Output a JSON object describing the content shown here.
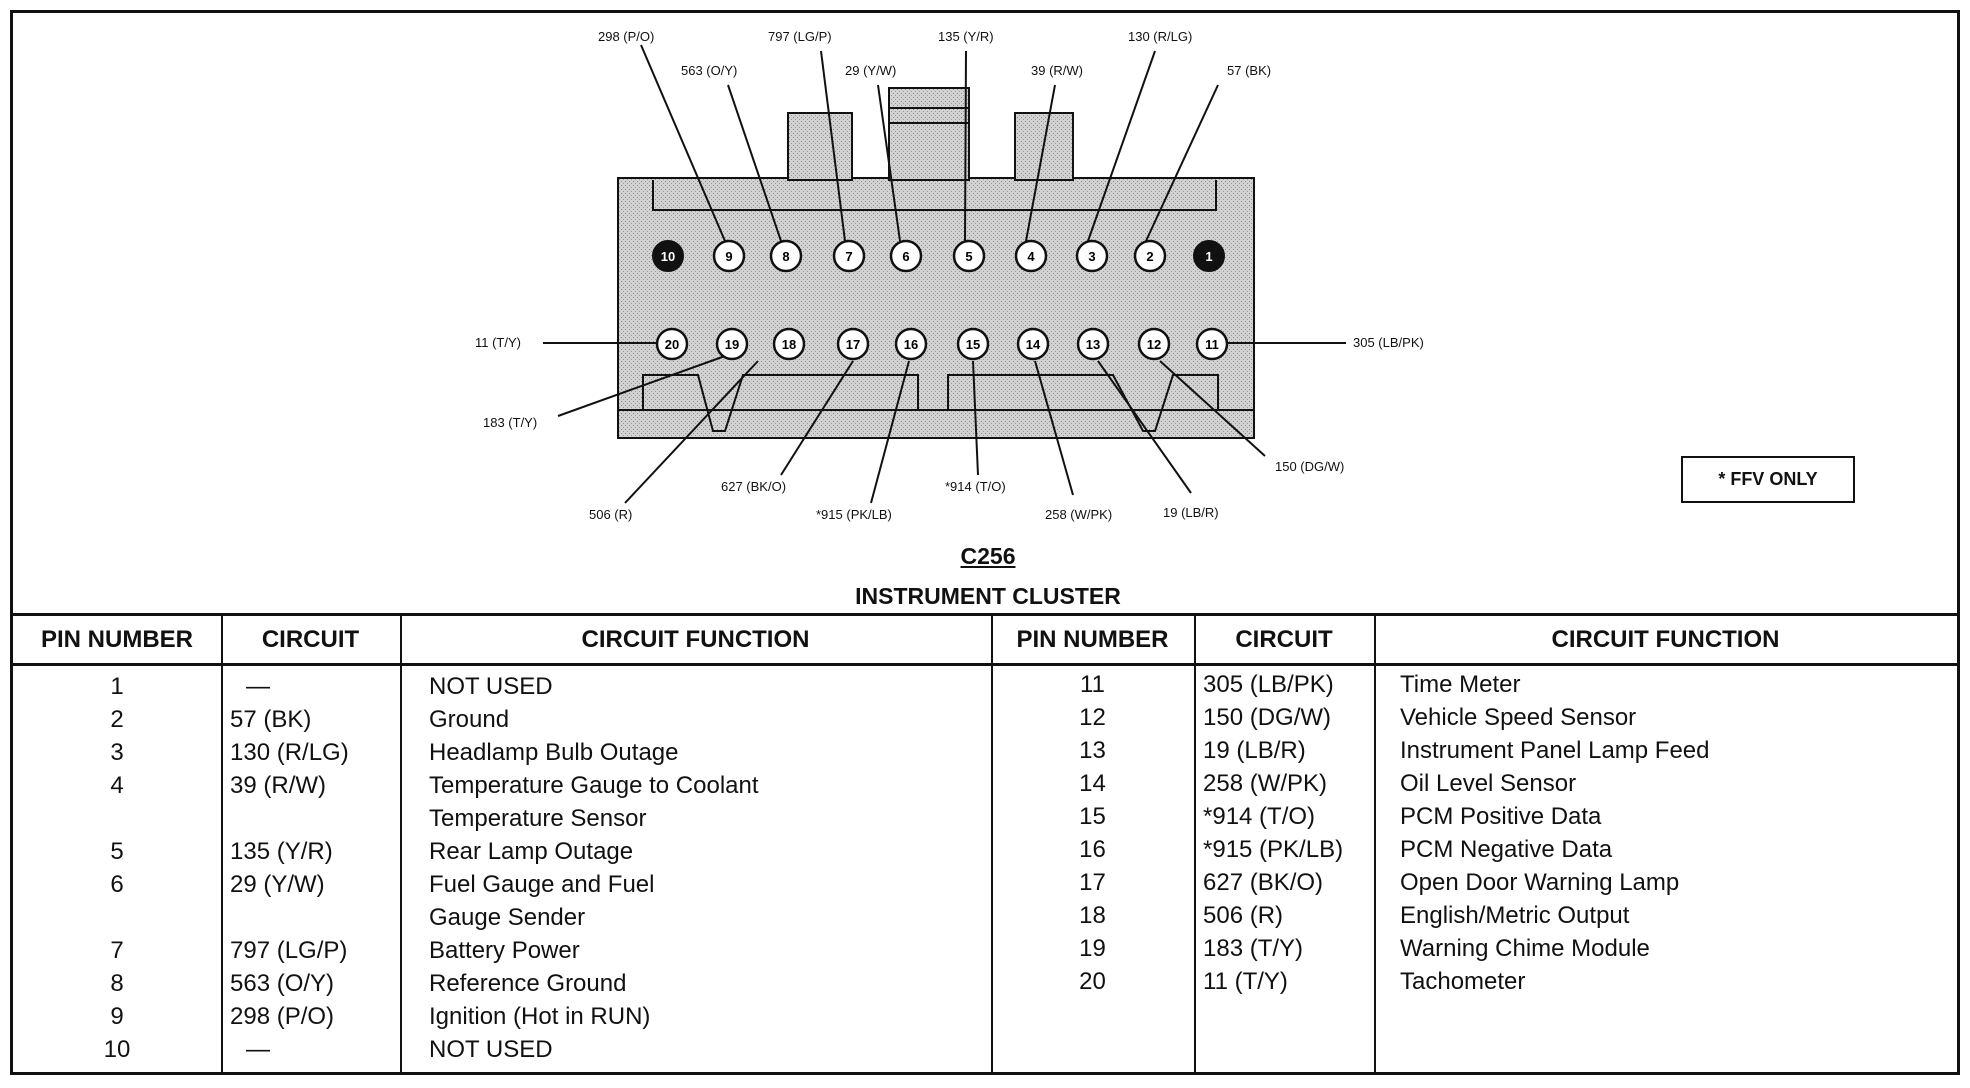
{
  "connector": {
    "id": "C256",
    "name": "INSTRUMENT CLUSTER",
    "note": "* FFV ONLY",
    "top_row_pins": [
      "10",
      "9",
      "8",
      "7",
      "6",
      "5",
      "4",
      "3",
      "2",
      "1"
    ],
    "bottom_row_pins": [
      "20",
      "19",
      "18",
      "17",
      "16",
      "15",
      "14",
      "13",
      "12",
      "11"
    ],
    "filled_pins": [
      "10",
      "1"
    ],
    "callouts": {
      "c298": "298 (P/O)",
      "c797": "797 (LG/P)",
      "c135": "135 (Y/R)",
      "c130": "130 (R/LG)",
      "c563": "563 (O/Y)",
      "c29": "29 (Y/W)",
      "c39": "39 (R/W)",
      "c57": "57 (BK)",
      "c11": "11 (T/Y)",
      "c305": "305 (LB/PK)",
      "c183": "183 (T/Y)",
      "c150": "150 (DG/W)",
      "c627": "627 (BK/O)",
      "c914": "*914 (T/O)",
      "c506": "506 (R)",
      "c915": "*915 (PK/LB)",
      "c258": "258 (W/PK)",
      "c19": "19 (LB/R)"
    }
  },
  "table": {
    "headers": {
      "pin_number": "PIN NUMBER",
      "circuit": "CIRCUIT",
      "circuit_function": "CIRCUIT FUNCTION"
    },
    "left_rows": [
      {
        "pin": "1",
        "circuit": "—",
        "function": "NOT USED"
      },
      {
        "pin": "2",
        "circuit": "57 (BK)",
        "function": "Ground"
      },
      {
        "pin": "3",
        "circuit": "130 (R/LG)",
        "function": "Headlamp Bulb Outage"
      },
      {
        "pin": "4",
        "circuit": "39 (R/W)",
        "function": "Temperature Gauge to Coolant"
      },
      {
        "pin": "",
        "circuit": "",
        "function": "Temperature Sensor"
      },
      {
        "pin": "5",
        "circuit": "135 (Y/R)",
        "function": "Rear Lamp Outage"
      },
      {
        "pin": "6",
        "circuit": "29 (Y/W)",
        "function": "Fuel Gauge and Fuel"
      },
      {
        "pin": "",
        "circuit": "",
        "function": "Gauge Sender"
      },
      {
        "pin": "7",
        "circuit": "797 (LG/P)",
        "function": "Battery Power"
      },
      {
        "pin": "8",
        "circuit": "563 (O/Y)",
        "function": "Reference Ground"
      },
      {
        "pin": "9",
        "circuit": "298 (P/O)",
        "function": "Ignition (Hot in RUN)"
      },
      {
        "pin": "10",
        "circuit": "—",
        "function": "NOT USED"
      }
    ],
    "right_rows": [
      {
        "pin": "11",
        "circuit": "305 (LB/PK)",
        "function": "Time Meter"
      },
      {
        "pin": "12",
        "circuit": "150 (DG/W)",
        "function": "Vehicle Speed Sensor"
      },
      {
        "pin": "13",
        "circuit": "19 (LB/R)",
        "function": "Instrument Panel Lamp Feed"
      },
      {
        "pin": "14",
        "circuit": "258 (W/PK)",
        "function": "Oil Level Sensor"
      },
      {
        "pin": "15",
        "circuit": "*914 (T/O)",
        "function": "PCM Positive Data"
      },
      {
        "pin": "16",
        "circuit": "*915 (PK/LB)",
        "function": "PCM Negative Data"
      },
      {
        "pin": "17",
        "circuit": "627 (BK/O)",
        "function": "Open Door Warning Lamp"
      },
      {
        "pin": "18",
        "circuit": "506 (R)",
        "function": "English/Metric Output"
      },
      {
        "pin": "19",
        "circuit": "183 (T/Y)",
        "function": "Warning Chime Module"
      },
      {
        "pin": "20",
        "circuit": "11 (T/Y)",
        "function": "Tachometer"
      }
    ]
  },
  "colors": {
    "line": "#111111",
    "connector_fill": "#c9c9c9",
    "pin_fill": "#ffffff",
    "pin_filled": "#111111"
  }
}
